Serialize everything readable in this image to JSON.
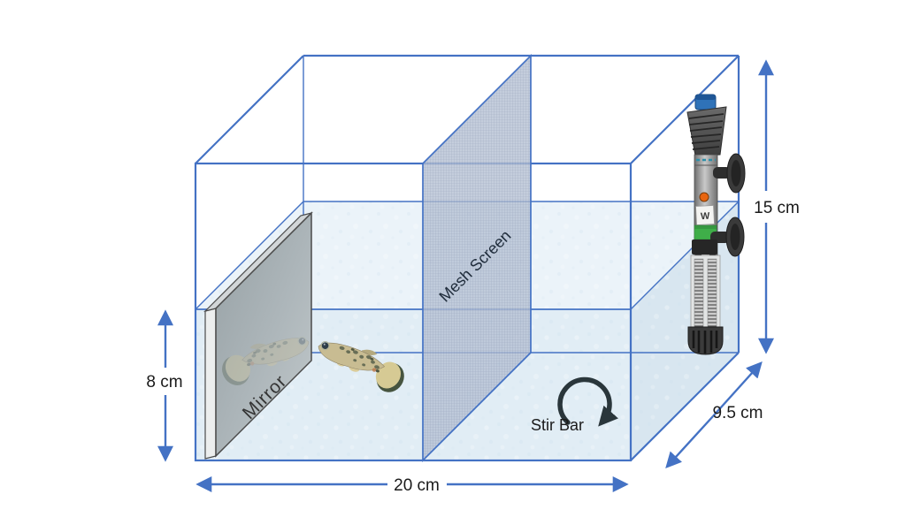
{
  "figure": {
    "type": "experimental-fish-tank-diagram",
    "background": "#FFFFFF"
  },
  "labels": {
    "mesh_screen": "Mesh Screen",
    "mirror": "Mirror",
    "stir_bar": "Stir Bar"
  },
  "dimensions": {
    "tank_length": "20 cm",
    "tank_depth": "9.5 cm",
    "tank_height": "15 cm",
    "water_height": "8 cm"
  },
  "heater": {
    "wattage_label": "W"
  },
  "colors": {
    "tank_outline": "#4472C4",
    "dimension_arrow": "#4472C4",
    "water_front": "#DEEBF4",
    "water_top": "#E9F2F8",
    "water_side": "#D5E4EF",
    "mesh_fill": "#B3BFD2",
    "mirror_fill": "#A9B2B6",
    "stir_arrow": "#2A363B",
    "heater_knob_blue": "#2F72B8",
    "heater_led_orange": "#E8650F",
    "heater_band_green": "#3FAE49"
  }
}
